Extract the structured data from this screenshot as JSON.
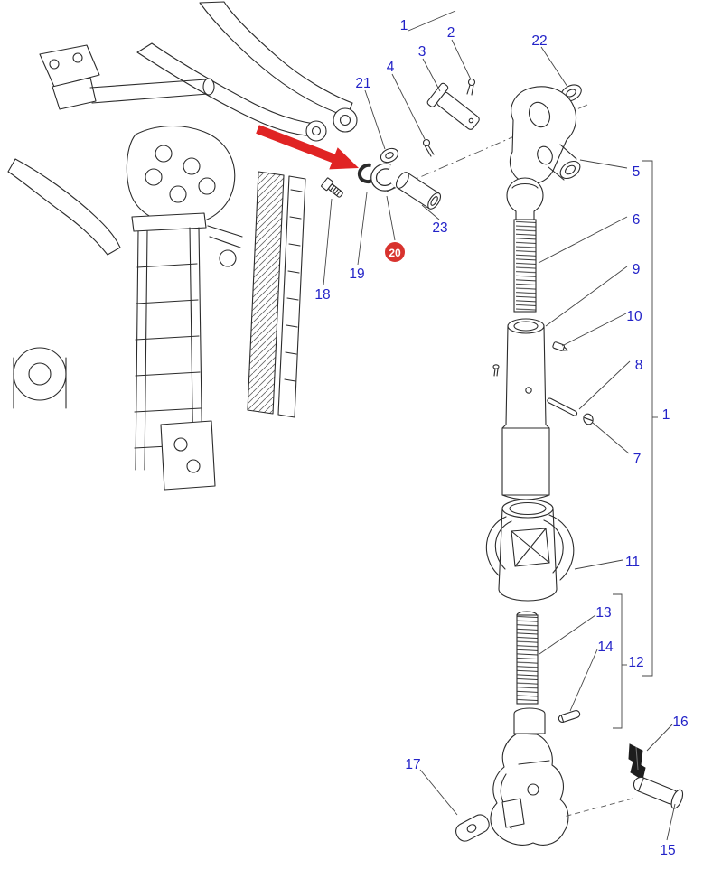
{
  "diagram": {
    "background_color": "#ffffff",
    "line_color": "#2b2b2b",
    "callout_color": "#2323c8",
    "arrow_color": "#e02424",
    "highlight_color": "#d8332e",
    "badge_text_color": "#ffffff",
    "highlighted_callout": "20",
    "callouts": [
      {
        "id": "1-top",
        "label": "1"
      },
      {
        "id": "2",
        "label": "2"
      },
      {
        "id": "22",
        "label": "22"
      },
      {
        "id": "3",
        "label": "3"
      },
      {
        "id": "4",
        "label": "4"
      },
      {
        "id": "21",
        "label": "21"
      },
      {
        "id": "5",
        "label": "5"
      },
      {
        "id": "23",
        "label": "23"
      },
      {
        "id": "20",
        "label": "20",
        "highlighted": true
      },
      {
        "id": "19",
        "label": "19"
      },
      {
        "id": "18",
        "label": "18"
      },
      {
        "id": "6",
        "label": "6"
      },
      {
        "id": "9",
        "label": "9"
      },
      {
        "id": "10",
        "label": "10"
      },
      {
        "id": "8",
        "label": "8"
      },
      {
        "id": "1-right",
        "label": "1"
      },
      {
        "id": "7",
        "label": "7"
      },
      {
        "id": "11",
        "label": "11"
      },
      {
        "id": "13",
        "label": "13"
      },
      {
        "id": "14",
        "label": "14"
      },
      {
        "id": "12",
        "label": "12"
      },
      {
        "id": "16",
        "label": "16"
      },
      {
        "id": "17",
        "label": "17"
      },
      {
        "id": "15",
        "label": "15"
      }
    ]
  }
}
